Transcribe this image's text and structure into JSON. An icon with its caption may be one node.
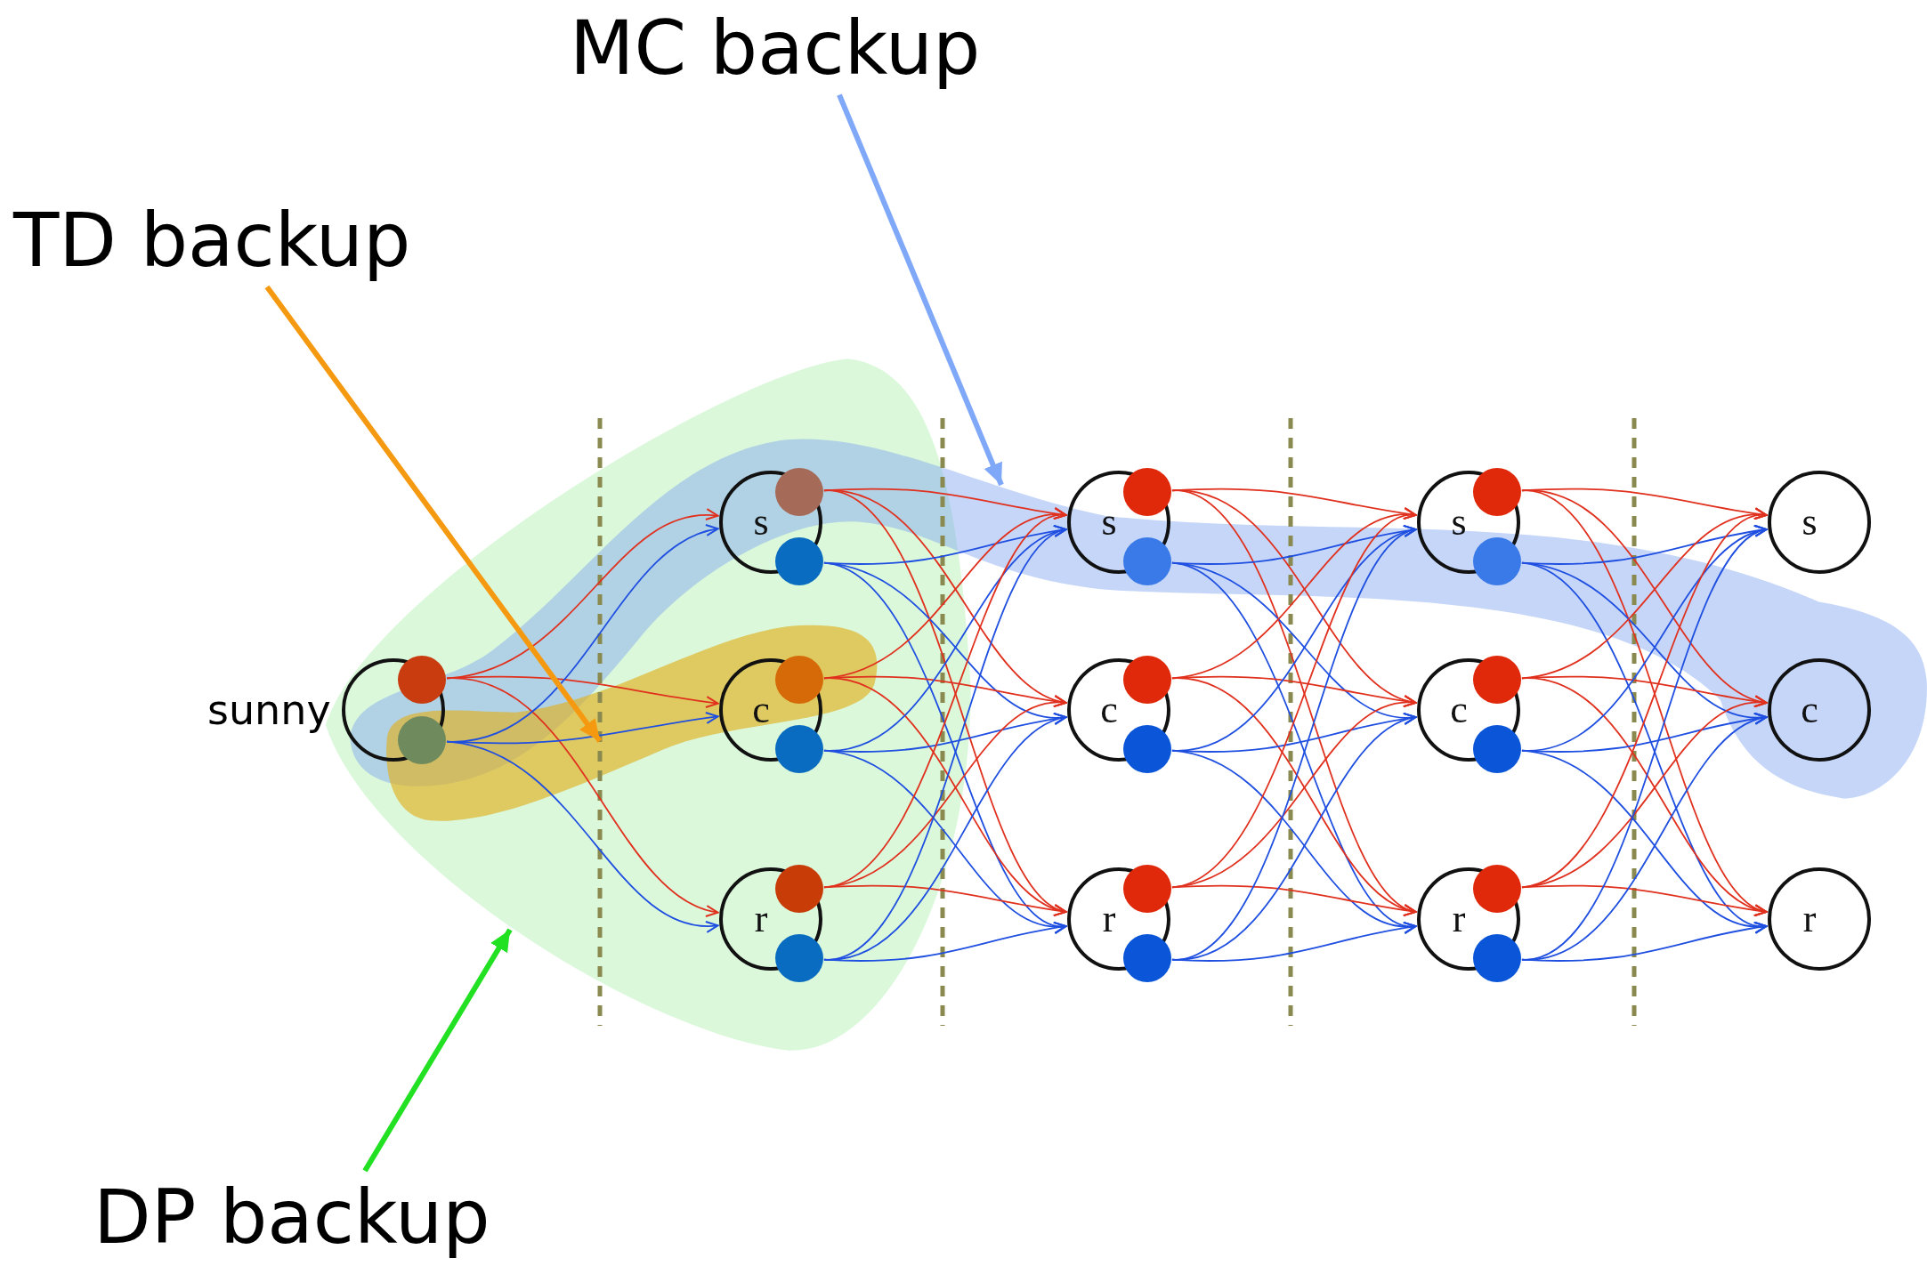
{
  "diagram": {
    "nodes": [
      {
        "text": [
          "MC backup"
        ]
      },
      {
        "text": [
          "TD backup"
        ]
      },
      {
        "text": [],
        "shape": "circle",
        "beside": [
          "sunny"
        ]
      },
      {
        "text": [],
        "shape": "circle",
        "in": 2
      },
      {
        "text": [],
        "shape": "circle",
        "in": 2
      },
      {
        "text": [
          "s"
        ]
      },
      {
        "text": [],
        "shape": "circle",
        "in": 5
      },
      {
        "text": [],
        "shape": "circle",
        "in": 5
      },
      {
        "text": [
          "c"
        ]
      },
      {
        "text": [],
        "shape": "circle",
        "in": 8
      },
      {
        "text": [],
        "shape": "circle",
        "in": 8
      },
      {
        "text": [
          "r"
        ]
      },
      {
        "text": [],
        "shape": "circle",
        "in": 11
      },
      {
        "text": [],
        "shape": "circle",
        "in": 11
      },
      {
        "text": [
          "s"
        ]
      },
      {
        "text": [],
        "shape": "circle",
        "in": 14
      },
      {
        "text": [],
        "shape": "circle",
        "in": 14
      },
      {
        "text": [
          "c"
        ]
      },
      {
        "text": [],
        "shape": "circle",
        "in": 17
      },
      {
        "text": [],
        "shape": "circle",
        "in": 17
      },
      {
        "text": [
          "r"
        ]
      },
      {
        "text": [],
        "shape": "circle",
        "in": 20
      },
      {
        "text": [],
        "shape": "circle",
        "in": 20
      },
      {
        "text": [
          "s"
        ]
      },
      {
        "text": [],
        "shape": "circle",
        "in": 23
      },
      {
        "text": [],
        "shape": "circle",
        "in": 23
      },
      {
        "text": [
          "c"
        ]
      },
      {
        "text": [],
        "shape": "circle",
        "in": 26
      },
      {
        "text": [],
        "shape": "circle",
        "in": 26
      },
      {
        "text": [
          "r"
        ]
      },
      {
        "text": [],
        "shape": "circle",
        "in": 29
      },
      {
        "text": [],
        "shape": "circle",
        "in": 29
      },
      {
        "text": [
          "s"
        ]
      },
      {
        "text": [
          "c"
        ]
      },
      {
        "text": [
          "r"
        ]
      },
      {
        "text": [
          "DP backup"
        ]
      }
    ],
    "edges": [
      {
        "from": 3,
        "to": 5,
        "arrow": "to"
      },
      {
        "from": 3,
        "to": 8,
        "arrow": "to"
      },
      {
        "from": 3,
        "to": 11,
        "arrow": "to"
      },
      {
        "from": 4,
        "to": 5,
        "arrow": "to",
        "color": "#1f4fe0"
      },
      {
        "from": 4,
        "to": 8,
        "arrow": "to",
        "color": "#1f4fe0"
      },
      {
        "from": 4,
        "to": 11,
        "arrow": "to",
        "color": "#1f4fe0"
      },
      {
        "from": 6,
        "to": 14,
        "arrow": "to"
      },
      {
        "from": 6,
        "to": 17,
        "arrow": "to"
      },
      {
        "from": 6,
        "to": 20,
        "arrow": "to"
      },
      {
        "from": 7,
        "to": 14,
        "arrow": "to",
        "color": "#1f4fe0"
      },
      {
        "from": 7,
        "to": 17,
        "arrow": "to",
        "color": "#1f4fe0"
      },
      {
        "from": 7,
        "to": 20,
        "arrow": "to",
        "color": "#1f4fe0"
      },
      {
        "from": 9,
        "to": 14,
        "arrow": "to"
      },
      {
        "from": 9,
        "to": 17,
        "arrow": "to"
      },
      {
        "from": 9,
        "to": 20,
        "arrow": "to"
      },
      {
        "from": 10,
        "to": 14,
        "arrow": "to",
        "color": "#1f4fe0"
      },
      {
        "from": 10,
        "to": 17,
        "arrow": "to",
        "color": "#1f4fe0"
      },
      {
        "from": 10,
        "to": 20,
        "arrow": "to",
        "color": "#1f4fe0"
      },
      {
        "from": 12,
        "to": 14,
        "arrow": "to"
      },
      {
        "from": 12,
        "to": 17,
        "arrow": "to"
      },
      {
        "from": 12,
        "to": 20,
        "arrow": "to"
      },
      {
        "from": 13,
        "to": 14,
        "arrow": "to",
        "color": "#1f4fe0"
      },
      {
        "from": 13,
        "to": 17,
        "arrow": "to",
        "color": "#1f4fe0"
      },
      {
        "from": 13,
        "to": 20,
        "arrow": "to",
        "color": "#1f4fe0"
      },
      {
        "from": 15,
        "to": 23,
        "arrow": "to"
      },
      {
        "from": 15,
        "to": 26,
        "arrow": "to"
      },
      {
        "from": 15,
        "to": 29,
        "arrow": "to"
      },
      {
        "from": 16,
        "to": 23,
        "arrow": "to",
        "color": "#1f4fe0"
      },
      {
        "from": 16,
        "to": 26,
        "arrow": "to",
        "color": "#1f4fe0"
      },
      {
        "from": 16,
        "to": 29,
        "arrow": "to",
        "color": "#1f4fe0"
      },
      {
        "from": 18,
        "to": 23,
        "arrow": "to"
      },
      {
        "from": 18,
        "to": 26,
        "arrow": "to"
      },
      {
        "from": 18,
        "to": 29,
        "arrow": "to"
      },
      {
        "from": 19,
        "to": 23,
        "arrow": "to",
        "color": "#1f4fe0"
      },
      {
        "from": 19,
        "to": 26,
        "arrow": "to",
        "color": "#1f4fe0"
      },
      {
        "from": 19,
        "to": 29,
        "arrow": "to",
        "color": "#1f4fe0"
      },
      {
        "from": 21,
        "to": 23,
        "arrow": "to"
      },
      {
        "from": 21,
        "to": 26,
        "arrow": "to"
      },
      {
        "from": 21,
        "to": 29,
        "arrow": "to"
      },
      {
        "from": 22,
        "to": 23,
        "arrow": "to",
        "color": "#1f4fe0"
      },
      {
        "from": 22,
        "to": 26,
        "arrow": "to",
        "color": "#1f4fe0"
      },
      {
        "from": 22,
        "to": 29,
        "arrow": "to",
        "color": "#1f4fe0"
      },
      {
        "from": 24,
        "to": 32,
        "arrow": "to"
      },
      {
        "from": 24,
        "to": 33,
        "arrow": "to"
      },
      {
        "from": 24,
        "to": 34,
        "arrow": "to"
      },
      {
        "from": 25,
        "to": 32,
        "arrow": "to",
        "color": "#1f4fe0"
      },
      {
        "from": 25,
        "to": 33,
        "arrow": "to",
        "color": "#1f4fe0"
      },
      {
        "from": 25,
        "to": 34,
        "arrow": "to",
        "color": "#1f4fe0"
      },
      {
        "from": 27,
        "to": 32,
        "arrow": "to"
      },
      {
        "from": 27,
        "to": 33,
        "arrow": "to"
      },
      {
        "from": 27,
        "to": 34,
        "arrow": "to"
      },
      {
        "from": 28,
        "to": 32,
        "arrow": "to",
        "color": "#1f4fe0"
      },
      {
        "from": 28,
        "to": 33,
        "arrow": "to",
        "color": "#1f4fe0"
      },
      {
        "from": 28,
        "to": 34,
        "arrow": "to",
        "color": "#1f4fe0"
      },
      {
        "from": 30,
        "to": 32,
        "arrow": "to"
      },
      {
        "from": 30,
        "to": 33,
        "arrow": "to"
      },
      {
        "from": 30,
        "to": 34,
        "arrow": "to"
      },
      {
        "from": 31,
        "to": 32,
        "arrow": "to",
        "color": "#1f4fe0"
      },
      {
        "from": 31,
        "to": 33,
        "arrow": "to",
        "color": "#1f4fe0"
      },
      {
        "from": 31,
        "to": 34,
        "arrow": "to",
        "color": "#1f4fe0"
      },
      {
        "from": 0,
        "to": null,
        "arrow": "to",
        "style": "thick",
        "color": "#80a8f8"
      },
      {
        "from": 1,
        "to": null,
        "arrow": "to",
        "style": "thick",
        "color": "#f59a10"
      },
      {
        "from": 35,
        "to": null,
        "arrow": "to",
        "style": "thick",
        "color": "#22e022"
      }
    ]
  }
}
